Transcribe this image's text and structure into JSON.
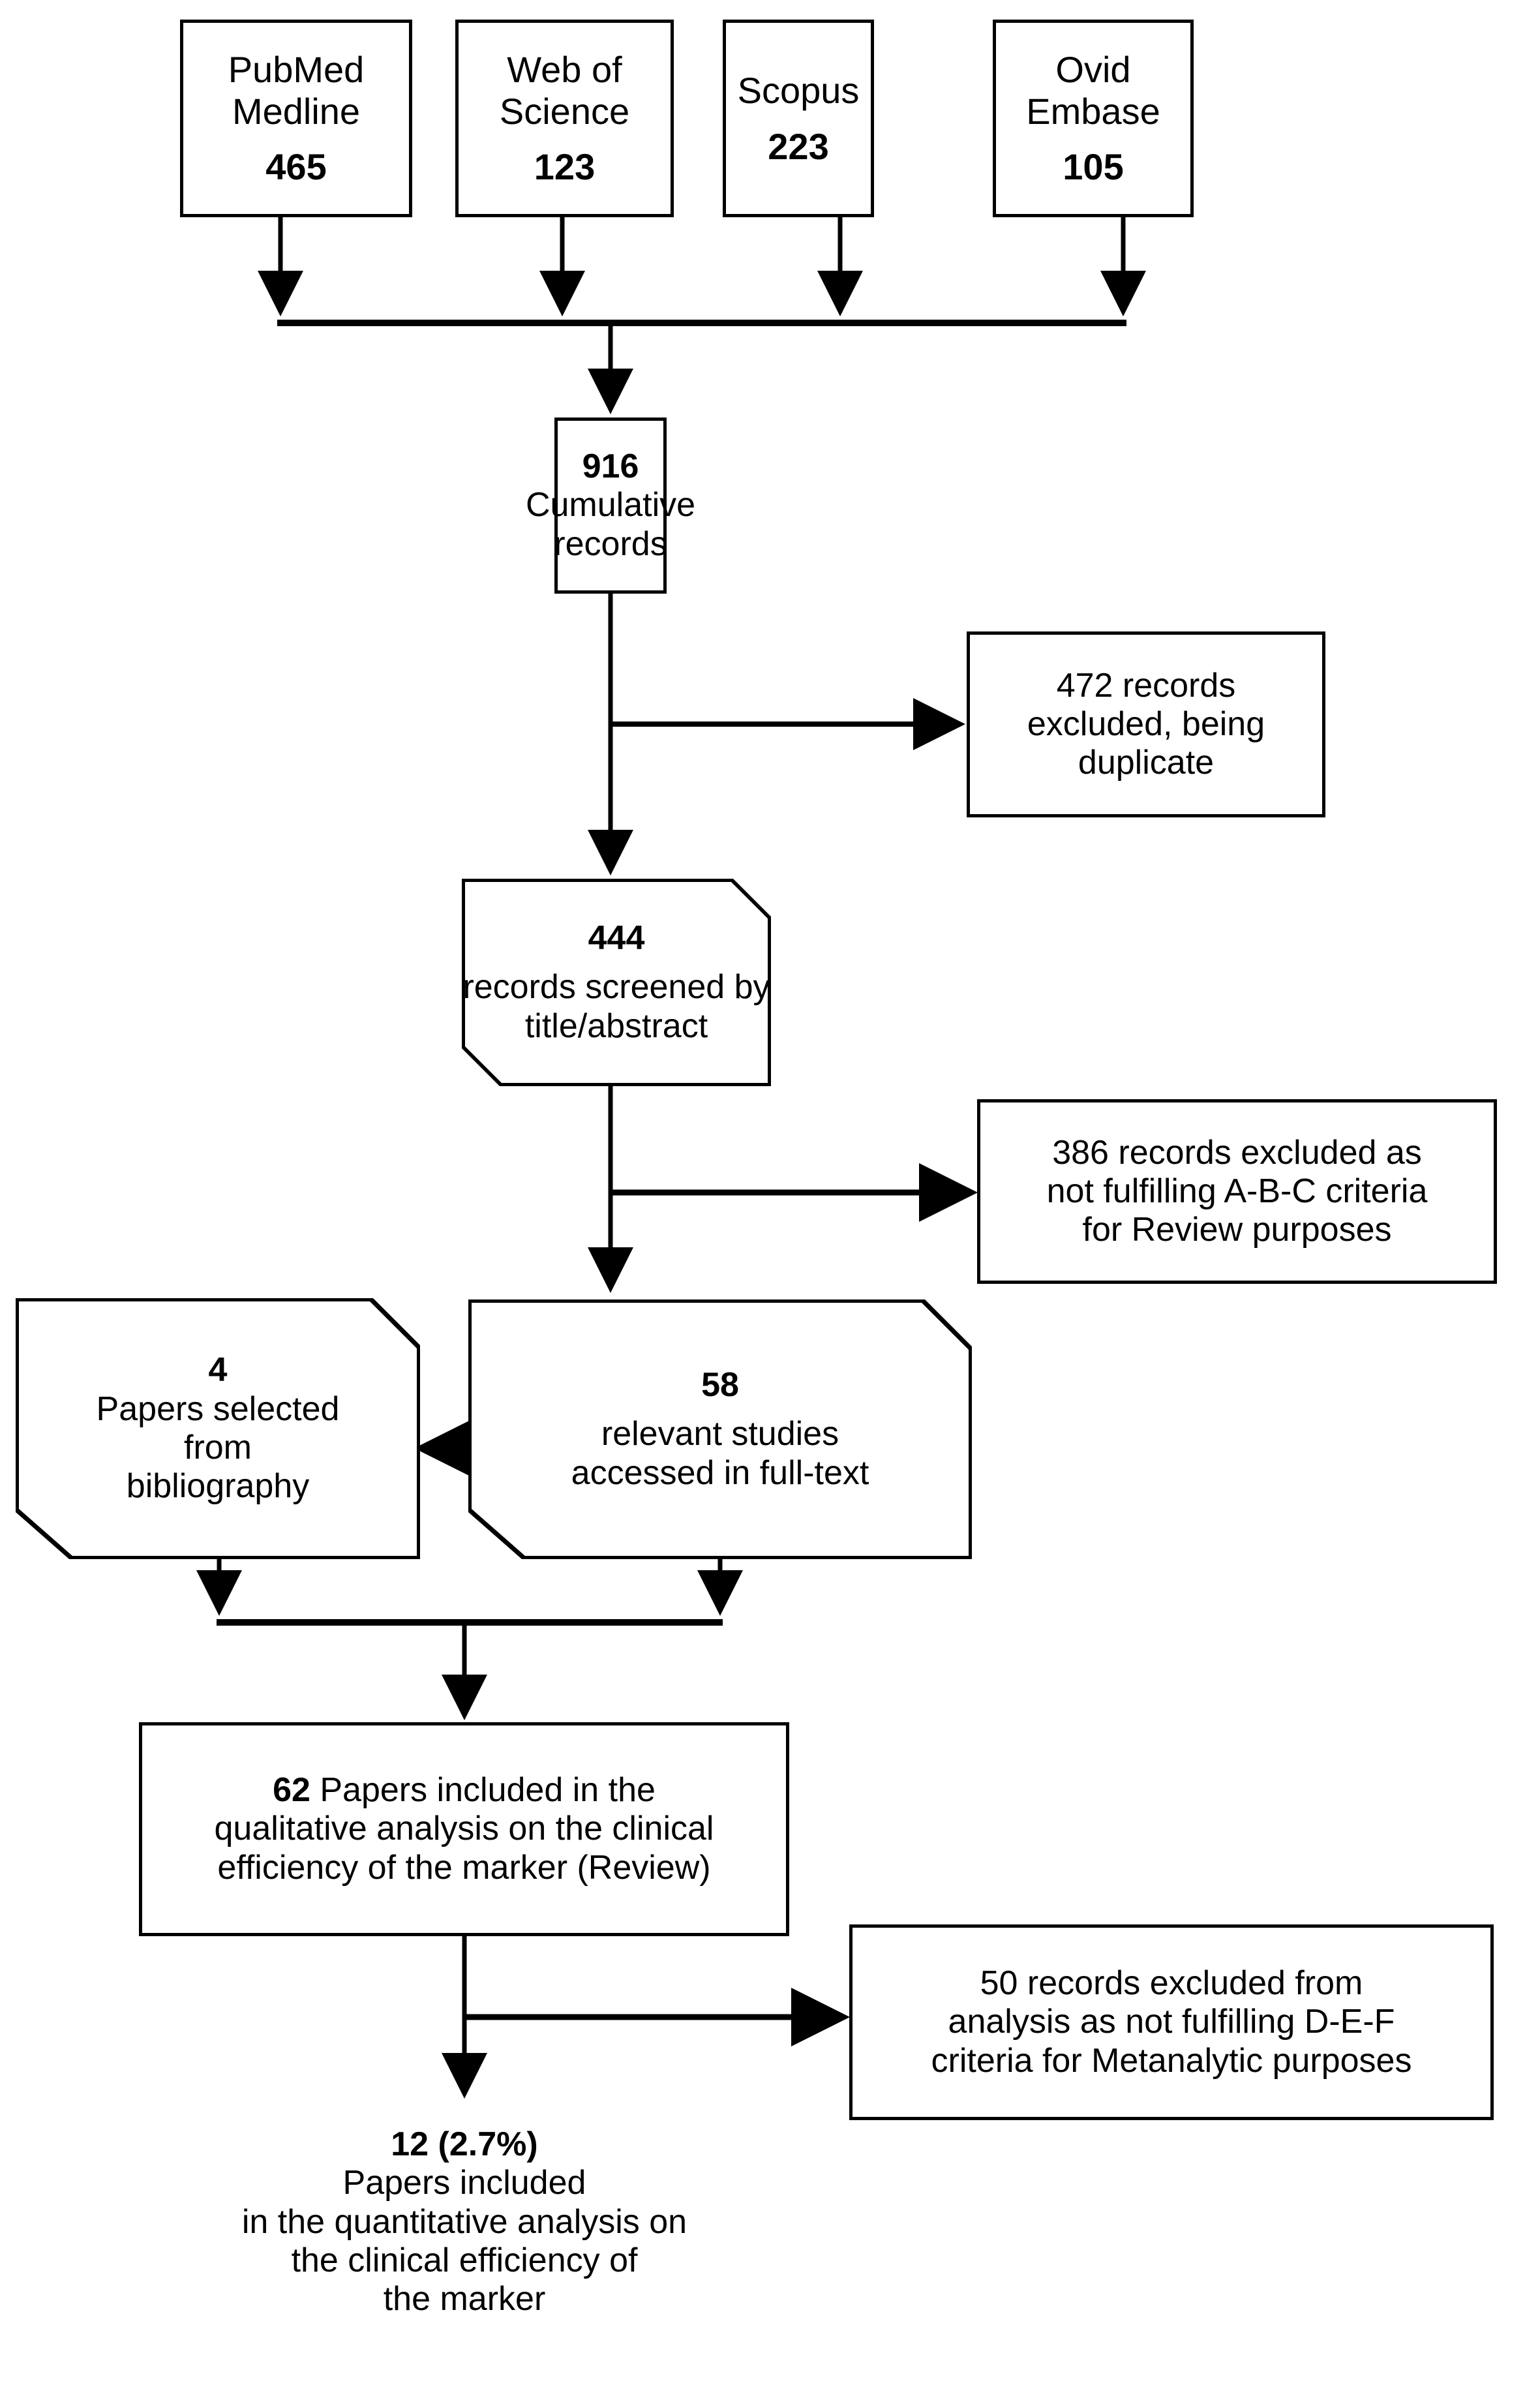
{
  "diagram": {
    "type": "prisma-flow-diagram",
    "title": "PRISMA study selection flow",
    "sources": [
      {
        "name": "PubMed Medline",
        "line1": "PubMed",
        "line2": "Medline",
        "count": "465"
      },
      {
        "name": "Web of Science",
        "line1": "Web of",
        "line2": "Science",
        "count": "123"
      },
      {
        "name": "Scopus",
        "line1": "Scopus",
        "line2": "",
        "count": "223"
      },
      {
        "name": "Ovid Embase",
        "line1": "Ovid",
        "line2": "Embase",
        "count": "105"
      }
    ],
    "cumulative": {
      "count": "916",
      "line1": "Cumulative",
      "line2": "records"
    },
    "excluded_duplicates": {
      "line1": "472 records",
      "line2": "excluded, being",
      "line3": "duplicate"
    },
    "screened": {
      "count": "444",
      "line1": "records screened by",
      "line2": "title/abstract"
    },
    "excluded_abc": {
      "line1": "386 records excluded as",
      "line2": "not fulfilling A-B-C criteria",
      "line3": "for Review purposes"
    },
    "fulltext": {
      "count": "58",
      "line1": "relevant studies",
      "line2": "accessed in full-text"
    },
    "bibliography": {
      "count": "4",
      "line1": "Papers selected",
      "line2": "from",
      "line3": "bibliography"
    },
    "qualitative": {
      "count": "62",
      "line1_rest": " Papers included in the",
      "line2": "qualitative analysis on the clinical",
      "line3": "efficiency of the marker (Review)"
    },
    "excluded_def": {
      "line1": "50 records excluded from",
      "line2": "analysis as not fulfilling D-E-F",
      "line3": "criteria for Metanalytic purposes"
    },
    "quantitative": {
      "count": "12 (2.7%)",
      "line1": "Papers included",
      "line2": "in the quantitative analysis on",
      "line3": "the clinical efficiency of",
      "line4": "the marker"
    },
    "colors": {
      "stroke": "#000000",
      "fill": "#ffffff",
      "text": "#000000"
    }
  }
}
